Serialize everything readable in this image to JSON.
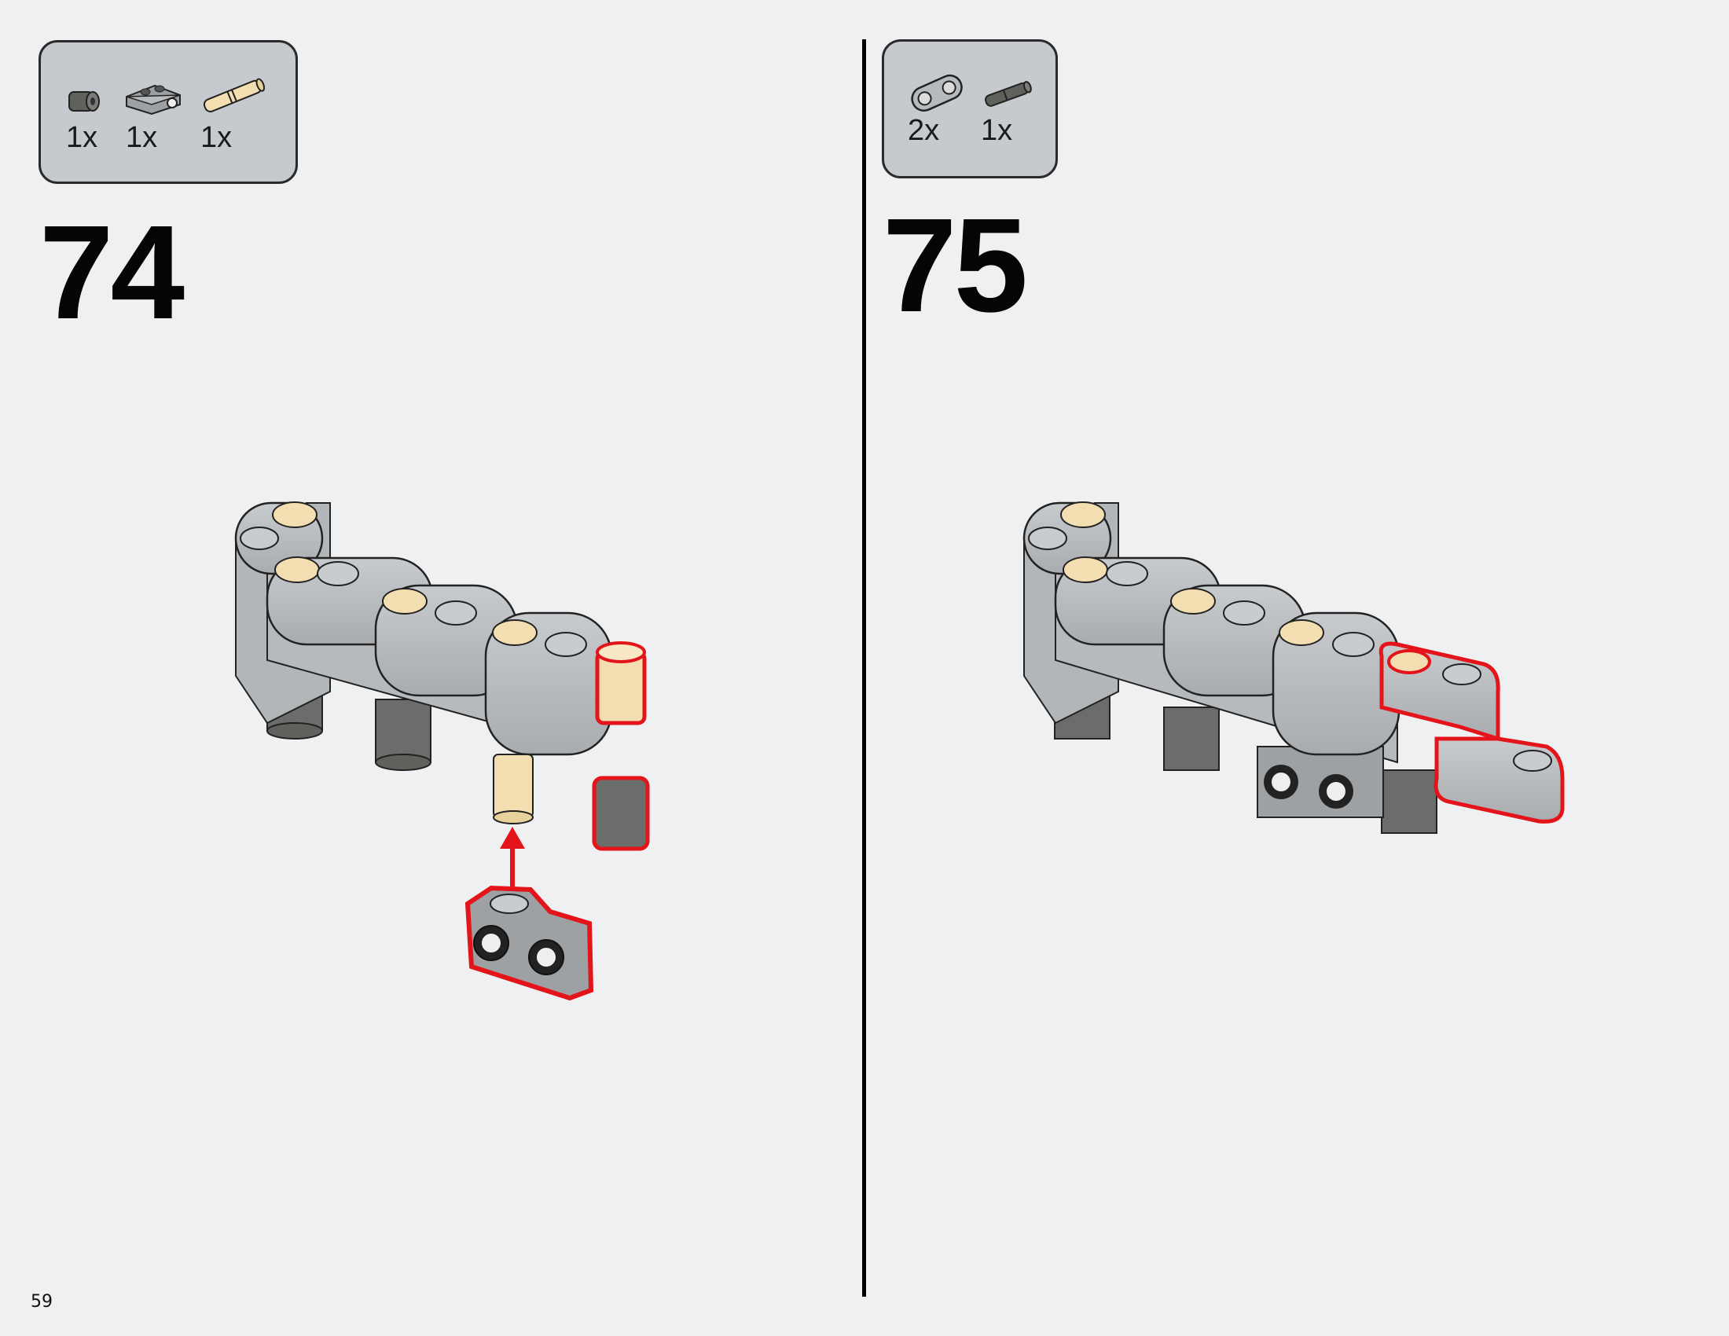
{
  "page_number": "59",
  "steps": [
    {
      "number": "74",
      "parts": [
        {
          "icon": "dark-axle-bush-icon",
          "qty": "1x"
        },
        {
          "icon": "grey-pin-connector-plate-icon",
          "qty": "1x"
        },
        {
          "icon": "tan-axle-pin-icon",
          "qty": "1x"
        }
      ]
    },
    {
      "number": "75",
      "parts": [
        {
          "icon": "grey-beam-2-icon",
          "qty": "2x"
        },
        {
          "icon": "dark-axle-pin-icon",
          "qty": "1x"
        }
      ]
    }
  ],
  "colors": {
    "background": "#eef0f2",
    "parts_box": "#c6c9cd",
    "highlight": "#e3141a",
    "beam_grey": "#b7babd",
    "dark_grey": "#6b6d6a",
    "tan": "#f2deb0"
  }
}
